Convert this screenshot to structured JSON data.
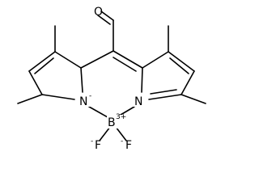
{
  "molecule": {
    "atoms": {
      "o": {
        "symbol": "O",
        "charge": ""
      },
      "n_left": {
        "symbol": "N",
        "charge": "-"
      },
      "n_right": {
        "symbol": "N",
        "charge": ""
      },
      "boron": {
        "symbol": "B",
        "charge": "3+"
      },
      "f_left": {
        "symbol": "F",
        "charge": "-"
      },
      "f_right": {
        "symbol": "F",
        "charge": "-"
      }
    },
    "colors": {
      "ink": "#000000",
      "background": "#ffffff"
    }
  }
}
